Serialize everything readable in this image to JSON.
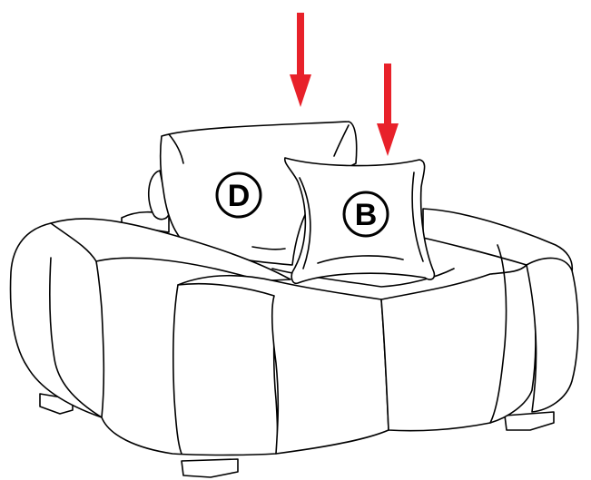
{
  "colors": {
    "arrow": "#e8212a",
    "outline": "#000000",
    "background": "#ffffff"
  },
  "pillows": [
    {
      "id": "back-pillow",
      "label": "D"
    },
    {
      "id": "front-pillow",
      "label": "B"
    }
  ],
  "arrows": [
    {
      "target": "back-pillow",
      "icon": "arrow-down-icon"
    },
    {
      "target": "front-pillow",
      "icon": "arrow-down-icon"
    }
  ]
}
